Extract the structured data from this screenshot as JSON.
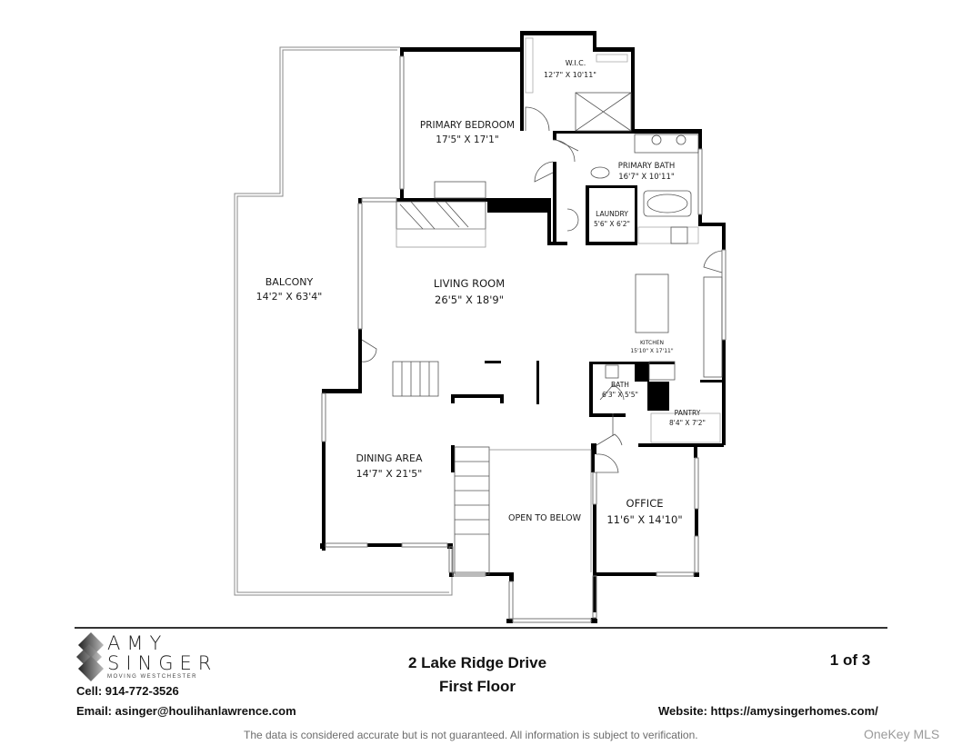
{
  "floorplan": {
    "rooms": [
      {
        "id": "primary-bedroom",
        "name": "PRIMARY BEDROOM",
        "dims": "17'5\" X 17'1\""
      },
      {
        "id": "wic",
        "name": "W.I.C.",
        "dims": "12'7\" X 10'11\""
      },
      {
        "id": "primary-bath",
        "name": "PRIMARY BATH",
        "dims": "16'7\" X 10'11\""
      },
      {
        "id": "laundry",
        "name": "LAUNDRY",
        "dims": "5'6\" X 6'2\""
      },
      {
        "id": "balcony",
        "name": "BALCONY",
        "dims": "14'2\" X 63'4\""
      },
      {
        "id": "living-room",
        "name": "LIVING ROOM",
        "dims": "26'5\" X 18'9\""
      },
      {
        "id": "kitchen",
        "name": "KITCHEN",
        "dims": "15'10\" X 17'11\""
      },
      {
        "id": "bath",
        "name": "BATH",
        "dims": "6'3\" X 5'5\""
      },
      {
        "id": "pantry",
        "name": "PANTRY",
        "dims": "8'4\" X 7'2\""
      },
      {
        "id": "dining-area",
        "name": "DINING AREA",
        "dims": "14'7\" X 21'5\""
      },
      {
        "id": "open-to-below",
        "name": "OPEN TO BELOW",
        "dims": ""
      },
      {
        "id": "office",
        "name": "OFFICE",
        "dims": "11'6\" X 14'10\""
      }
    ]
  },
  "footer": {
    "brand": {
      "first": "AMY",
      "last": "SINGER",
      "tagline": "MOVING WESTCHESTER"
    },
    "cell": "Cell: 914-772-3526",
    "email": "Email: asinger@houlihanlawrence.com",
    "address": "2 Lake Ridge Drive",
    "floor": "First Floor",
    "page": "1 of 3",
    "website": "Website: https://amysingerhomes.com/",
    "disclaimer": "The data is considered accurate but is not guaranteed. All information is subject to verification.",
    "watermark": "OneKey MLS"
  }
}
